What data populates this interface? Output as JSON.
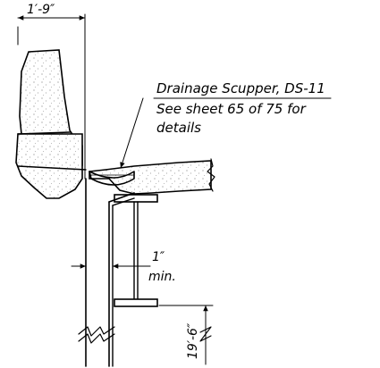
{
  "labels": {
    "top_width": "1′-9″",
    "callout_line1": "Drainage Scupper, DS-11",
    "callout_line2": "See sheet 65 of 75 for",
    "callout_line3": "details",
    "clearance_value": "1″",
    "clearance_note": "min.",
    "height_dim": "19′-6″"
  }
}
